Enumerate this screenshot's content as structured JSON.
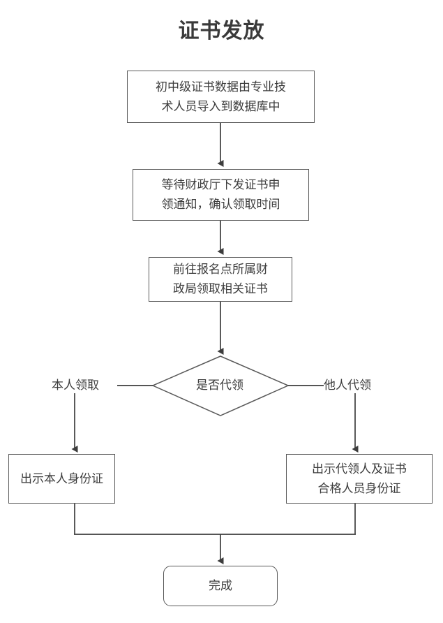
{
  "title": "证书发放",
  "chart_data": {
    "type": "diagram",
    "diagram_kind": "flowchart",
    "title": "证书发放",
    "orientation": "top-to-bottom",
    "nodes": [
      {
        "id": "n1",
        "shape": "rectangle",
        "label": "初中级证书数据由专业技\n术人员导入到数据库中"
      },
      {
        "id": "n2",
        "shape": "rectangle",
        "label": "等待财政厅下发证书申\n领通知，确认领取时间"
      },
      {
        "id": "n3",
        "shape": "rectangle",
        "label": "前往报名点所属财\n政局领取相关证书"
      },
      {
        "id": "n4",
        "shape": "diamond",
        "label": "是否代领"
      },
      {
        "id": "n5",
        "shape": "rectangle",
        "label": "出示本人身份证"
      },
      {
        "id": "n6",
        "shape": "rectangle",
        "label": "出示代领人及证书\n合格人员身份证"
      },
      {
        "id": "n7",
        "shape": "rounded-rectangle",
        "label": "完成"
      }
    ],
    "edges": [
      {
        "from": "n1",
        "to": "n2",
        "label": ""
      },
      {
        "from": "n2",
        "to": "n3",
        "label": ""
      },
      {
        "from": "n3",
        "to": "n4",
        "label": ""
      },
      {
        "from": "n4",
        "to": "n5",
        "label": "本人领取"
      },
      {
        "from": "n4",
        "to": "n6",
        "label": "他人代领"
      },
      {
        "from": "n5",
        "to": "n7",
        "label": ""
      },
      {
        "from": "n6",
        "to": "n7",
        "label": ""
      }
    ],
    "edge_labels": {
      "branch_left": "本人领取",
      "branch_right": "他人代领"
    },
    "colors": {
      "background": "#ffffff",
      "node_border": "#595959",
      "node_fill": "#ffffff",
      "text": "#3c3c3c",
      "title_text": "#3a3a3a",
      "connector": "#3d3d3d"
    }
  }
}
